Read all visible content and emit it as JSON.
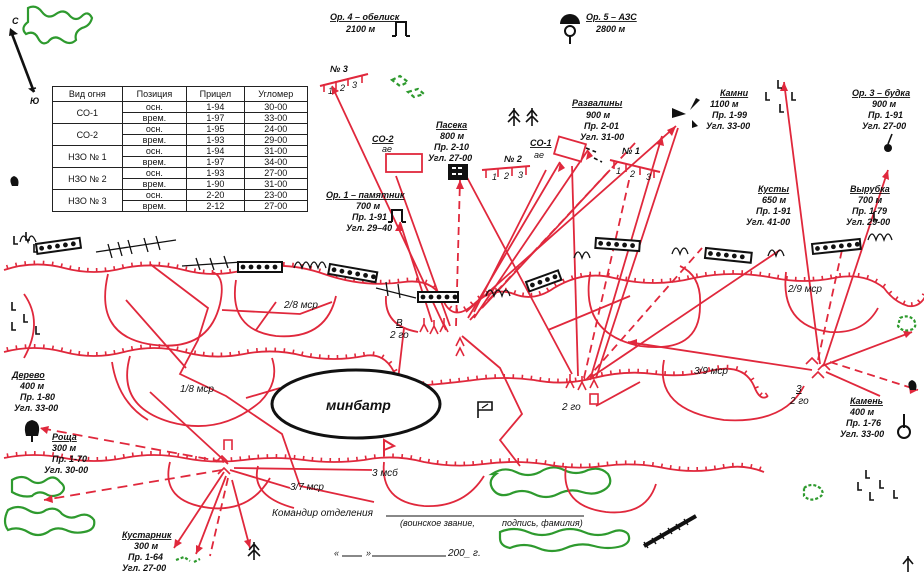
{
  "compass": {
    "north": "С",
    "south": "Ю"
  },
  "landmarks": {
    "op4": {
      "title": "Ор. 4 – обелиск",
      "line1": "2100 м"
    },
    "op5": {
      "title": "Ор. 5 – АЗС",
      "line1": "2800 м"
    },
    "op1": {
      "title": "Ор. 1 – памятник",
      "line1": "700 м",
      "line2": "Пр. 1-91",
      "line3": "Угл. 29–40"
    },
    "pasека": {
      "title": "Пасека",
      "line1": "800 м",
      "line2": "Пр. 2-10",
      "line3": "Угл. 27-00"
    },
    "razvaliny": {
      "title": "Развалины",
      "line1": "900 м",
      "line2": "Пр. 2-01",
      "line3": "Угл. 31-00"
    },
    "kamni": {
      "title": "Камни",
      "line1": "1100 м",
      "line2": "Пр. 1-99",
      "line3": "Угл. 33-00"
    },
    "op3": {
      "title": "Ор. 3 – будка",
      "line1": "900 м",
      "line2": "Пр. 1-91",
      "line3": "Угл. 27-00"
    },
    "kusty": {
      "title": "Кусты",
      "line1": "650 м",
      "line2": "Пр. 1-91",
      "line3": "Угл. 41-00"
    },
    "vyrubka": {
      "title": "Вырубка",
      "line1": "700 м",
      "line2": "Пр. 1-79",
      "line3": "Угл. 29-00"
    },
    "derevo": {
      "title": "Дерево",
      "line1": "400 м",
      "line2": "Пр. 1-80",
      "line3": "Угл. 33-00"
    },
    "kamen": {
      "title": "Камень",
      "line1": "400 м",
      "line2": "Пр. 1-76",
      "line3": "Угл. 33-00"
    },
    "rosha": {
      "title": "Роща",
      "line1": "300 м",
      "line2": "Пр. 1-70",
      "line3": "Угл. 30-00"
    },
    "kustarnik": {
      "title": "Кустарник",
      "line1": "300 м",
      "line2": "Пр. 1-64",
      "line3": "Угл. 27-00"
    }
  },
  "fire_zones": {
    "no3": "№ 3",
    "no2": "№ 2",
    "no1": "№ 1",
    "so2": "СО-2",
    "so2_sub": "ae",
    "so1": "СО-1",
    "so1_sub": "ae",
    "digits": [
      "1",
      "2",
      "3"
    ]
  },
  "positions": {
    "p28": "2/8 мср",
    "p18": "1/8 мср",
    "p39": "3/9 мср",
    "p29": "2/9 мср",
    "p37": "3/7 мср",
    "b_top": "В",
    "b_bot": "2 го",
    "go2": "2 го",
    "n3_top": "3",
    "n3_bot": "2 го",
    "minbatr": "минбатр",
    "msb": "3 мсб"
  },
  "signature": {
    "commander": "Командир отделения",
    "rank": "(воинское звание,",
    "name": "подпись, фамилия)",
    "date_q": "«",
    "date_q2": "»",
    "year": "200_ г."
  },
  "table": {
    "headers": [
      "Вид огня",
      "Позиция",
      "Прицел",
      "Угломер"
    ],
    "groups": [
      {
        "name": "СО-1",
        "rows": [
          [
            "осн.",
            "1-94",
            "30-00"
          ],
          [
            "врем.",
            "1-97",
            "33-00"
          ]
        ]
      },
      {
        "name": "СО-2",
        "rows": [
          [
            "осн.",
            "1-95",
            "24-00"
          ],
          [
            "врем.",
            "1-93",
            "29-00"
          ]
        ]
      },
      {
        "name": "НЗО № 1",
        "rows": [
          [
            "осн.",
            "1-94",
            "31-00"
          ],
          [
            "врем.",
            "1-97",
            "34-00"
          ]
        ]
      },
      {
        "name": "НЗО № 2",
        "rows": [
          [
            "осн.",
            "1-93",
            "27-00"
          ],
          [
            "врем.",
            "1-90",
            "31-00"
          ]
        ]
      },
      {
        "name": "НЗО № 3",
        "rows": [
          [
            "осн.",
            "2-20",
            "23-00"
          ],
          [
            "врем.",
            "2-12",
            "27-00"
          ]
        ]
      }
    ]
  },
  "colors": {
    "red": "#e0283c",
    "green": "#2e9a2e",
    "black": "#111111"
  }
}
